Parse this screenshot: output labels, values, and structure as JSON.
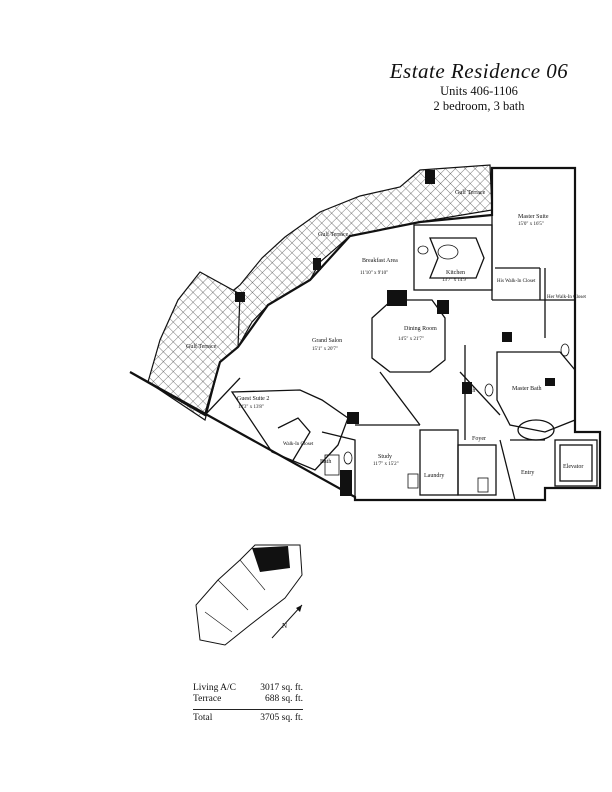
{
  "header": {
    "title": "Estate Residence 06",
    "units": "Units 406-1106",
    "beds_baths": "2 bedroom, 3 bath"
  },
  "rooms": {
    "gulf_terrace_top": "Gulf Terrace",
    "gulf_terrace_mid": "Gulf Terrace",
    "gulf_terrace_left": "Gulf Terrace",
    "master_suite": "Master Suite",
    "master_suite_dim": "15'0\" x 16'5\"",
    "breakfast": "Breakfast Area",
    "breakfast_dim": "11'10\" x 9'10\"",
    "kitchen": "Kitchen",
    "kitchen_dim": "13'7\" x 14'9\"",
    "his_closet": "His Walk-In Closet",
    "her_closet": "Her Walk-In Closet",
    "grand_salon": "Grand Salon",
    "grand_salon_dim": "15'1\" x 20'7\"",
    "dining": "Dining Room",
    "dining_dim": "14'5\" x 21'7\"",
    "guest_suite": "Guest Suite 2",
    "guest_suite_dim": "14'3\" x 13'8\"",
    "bath_master": "Master Bath",
    "bath": "Bath",
    "bath_guest": "Bath",
    "walk_in_closet": "Walk-In Closet",
    "study": "Study",
    "study_dim": "11'7\" x 15'2\"",
    "foyer": "Foyer",
    "laundry": "Laundry",
    "entry": "Entry",
    "elevator": "Elevator",
    "north": "N"
  },
  "areas": {
    "living_label": "Living A/C",
    "living_value": "3017 sq. ft.",
    "terrace_label": "Terrace",
    "terrace_value": "688 sq. ft.",
    "total_label": "Total",
    "total_value": "3705 sq. ft."
  }
}
